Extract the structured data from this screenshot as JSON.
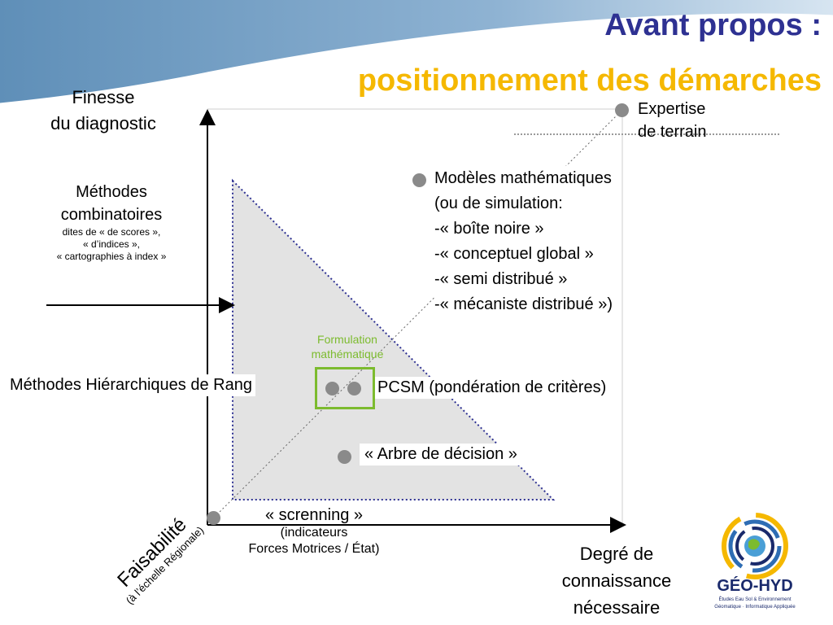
{
  "title": {
    "line1": "Avant propos :",
    "line2": "positionnement des démarches"
  },
  "axes": {
    "y_label_line1": "Finesse",
    "y_label_line2": "du diagnostic",
    "x_label_line1": "Degré de",
    "x_label_line2": "connaissance",
    "x_label_line3": "nécessaire",
    "origin_label": "Faisabilité",
    "origin_sublabel": "(à l’échelle Régionale)"
  },
  "labels": {
    "expertise_line1": "Expertise",
    "expertise_line2": "de terrain",
    "modeles": [
      "Modèles mathématiques",
      "(ou de simulation:",
      "-« boîte noire »",
      "-« conceptuel global »",
      "-« semi distribué »",
      "-« mécaniste distribué »)"
    ],
    "combinatoires_title1": "Méthodes",
    "combinatoires_title2": "combinatoires",
    "combinatoires_sub1": "dites de « de scores »,",
    "combinatoires_sub2": "« d’indices »,",
    "combinatoires_sub3": "« cartographies à index »",
    "formulation_line1": "Formulation",
    "formulation_line2": "mathématique",
    "hierarchiques": "Méthodes Hiérarchiques de Rang",
    "pcsm": "PCSM (pondération de critères)",
    "arbre": "« Arbre de décision »",
    "screening_line1": "« screnning »",
    "screening_line2": "(indicateurs",
    "screening_line3": "Forces Motrices / État)"
  },
  "logo": {
    "name": "GÉO-HYD",
    "tagline1": "Études Eau Sol & Environnement",
    "tagline2": "Géomatique · Informatique Appliquée"
  },
  "colors": {
    "title_blue": "#2e3192",
    "title_yellow": "#f5b800",
    "accent_green": "#7cbb2e",
    "triangle_fill": "#e3e3e3",
    "triangle_border": "#2e3192",
    "dot_gray": "#8a8a8a"
  }
}
